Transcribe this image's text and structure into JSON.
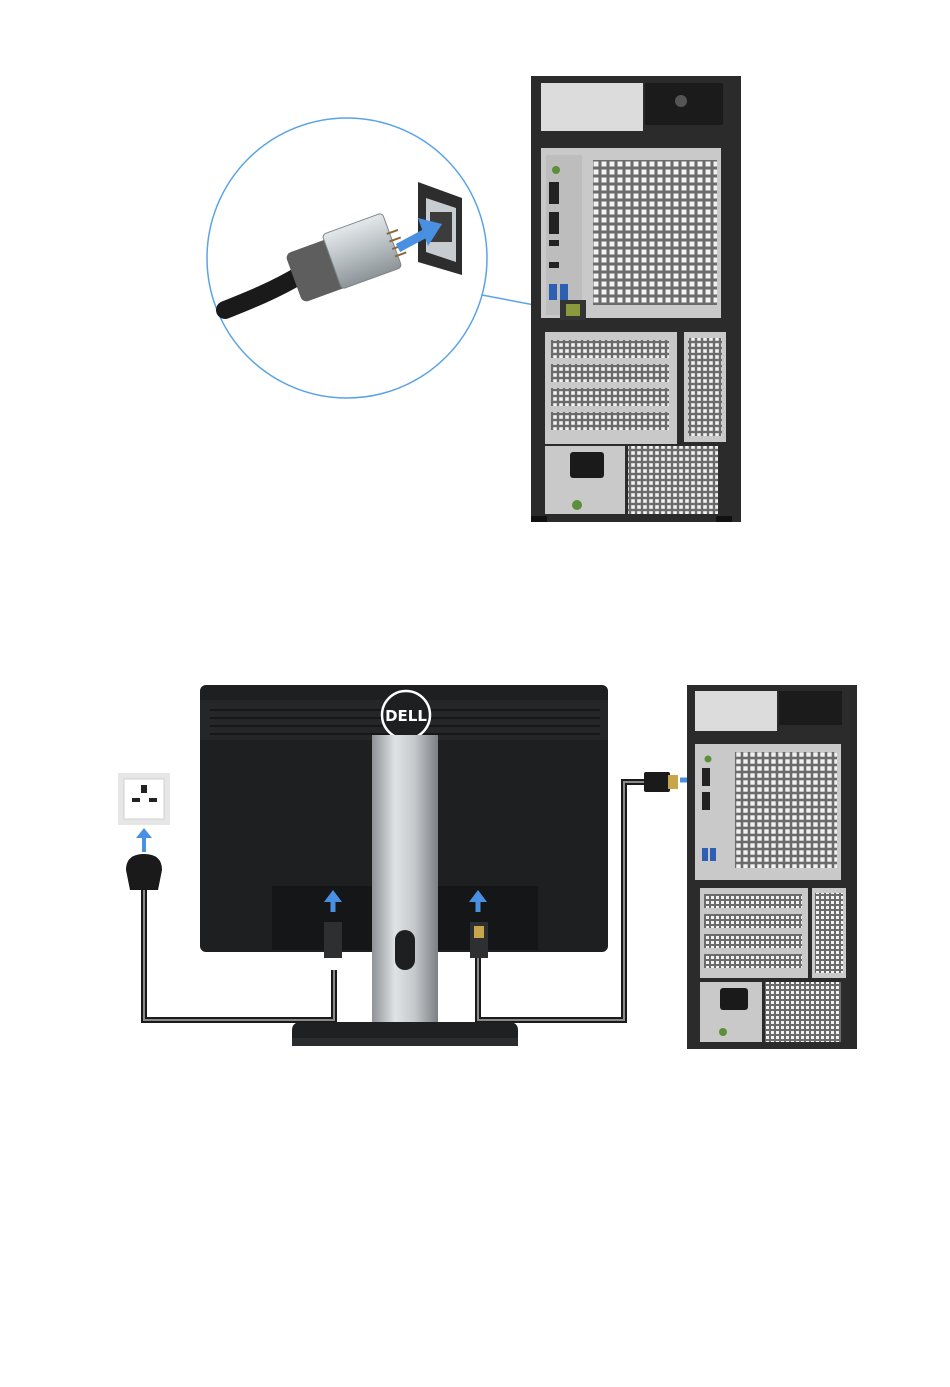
{
  "figures": [
    {
      "id": "network-cable-connection",
      "callout": "rj45-network-port-zoom"
    },
    {
      "id": "display-and-power-connection",
      "monitor_brand": "DELL",
      "outlet": "universal-wall-outlet"
    }
  ],
  "colors": {
    "arrow": "#4a90e2",
    "callout_circle": "#5aa3e6",
    "chassis": "#2b2b2b",
    "metal": "#c9c9c9",
    "monitor": "#1e1f21",
    "stand": "#b8bcc0"
  },
  "icons": [
    "ethernet-plug-icon",
    "blue-arrow-icon",
    "power-plug-icon",
    "hdmi-plug-icon",
    "dell-logo-icon"
  ]
}
